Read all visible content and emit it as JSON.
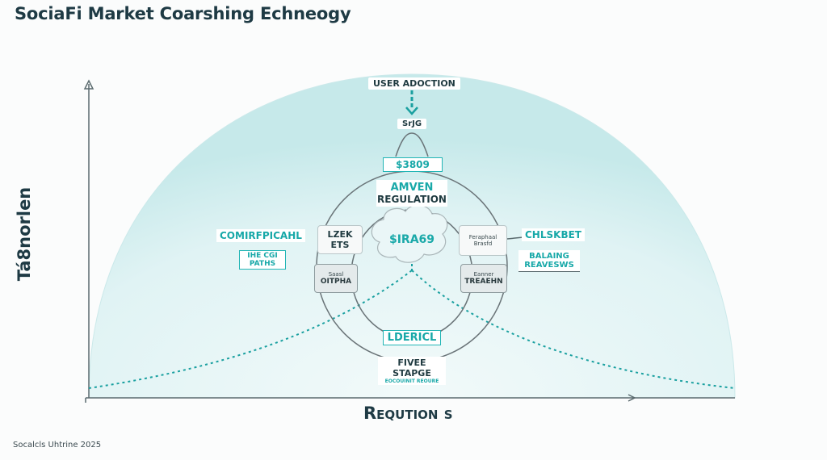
{
  "title": "SociaFi Market Coarshing Echneogy",
  "footer": "Socalcls Uhtrine 2025",
  "axes": {
    "x_label": "Reqution s",
    "y_label": "Tá8norlen"
  },
  "nodes": {
    "top_label": "USER ADOCTION",
    "top_sub": "SrJG",
    "upper_teal": "$3809",
    "center_title_teal": "AMVEN",
    "center_title": "REGULATION",
    "cloud": "$IRA69",
    "left_teal_title": "COMIRFPICAHL",
    "left_teal_sub_1": "IHE CGI",
    "left_teal_sub_2": "PATHS",
    "left_box_top": "LZEK ETS",
    "left_box_bottom_1": "Saasl",
    "left_box_bottom_2": "OITPHA",
    "right_box_top_1": "Feraphaal",
    "right_box_top_2": "Brasfd",
    "right_box_bottom_1": "Eanner",
    "right_box_bottom_2": "TREAEHN",
    "right_teal_title": "CHLSKBET",
    "right_teal_sub_1": "BALAING",
    "right_teal_sub_2": "REAVESWS",
    "bottom_teal": "LDERICL",
    "bottom_label": "FIVEE STAPGE",
    "bottom_sub": "EOCOUINIT REOURE"
  },
  "colors": {
    "accent_teal": "#1aa9a9",
    "dome_fill": "#d5eff0",
    "axis": "#5a6a6e",
    "text_dark": "#1e3a44"
  }
}
